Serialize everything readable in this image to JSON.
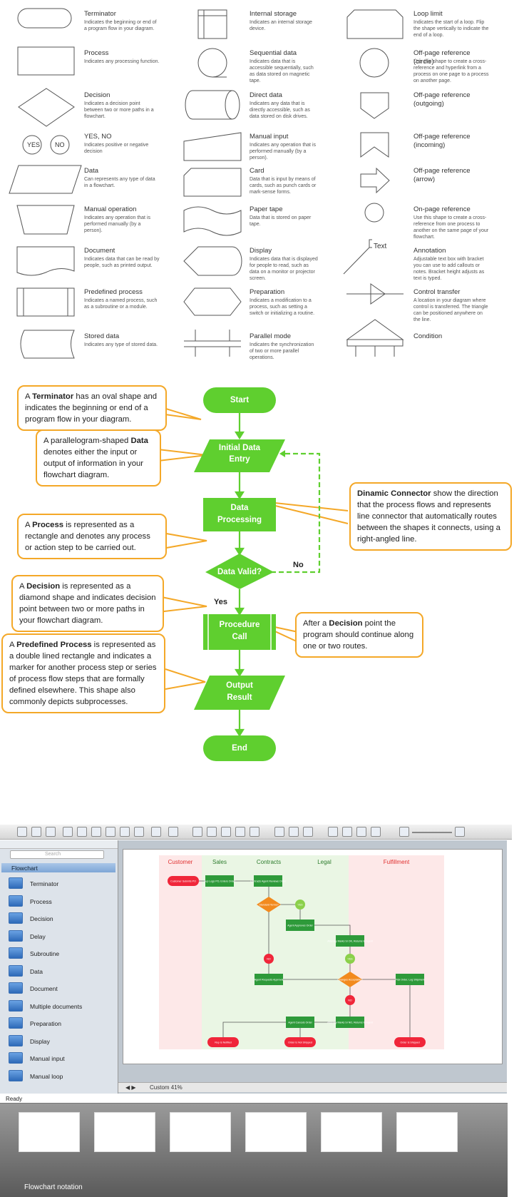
{
  "legend": {
    "col1": [
      {
        "title": "Terminator",
        "desc": "Indicates the beginning or end of a program flow in your diagram."
      },
      {
        "title": "Process",
        "desc": "Indicates any processing function."
      },
      {
        "title": "Decision",
        "desc": "Indicates a decision point between two or more paths in a flowchart."
      },
      {
        "title": "YES, NO",
        "desc": "Indicates positive or negative decision"
      },
      {
        "title": "Data",
        "desc": "Can represents any type of data in a flowchart."
      },
      {
        "title": "Manual operation",
        "desc": "Indicates any operation that is performed manually (by a person)."
      },
      {
        "title": "Document",
        "desc": "Indicates data that can be read by people, such as printed output."
      },
      {
        "title": "Predefined process",
        "desc": "Indicates a named process, such as a subroutine or a module."
      },
      {
        "title": "Stored data",
        "desc": "Indicates any type of stored data."
      }
    ],
    "col2": [
      {
        "title": "Internal storage",
        "desc": "Indicates an internal storage device."
      },
      {
        "title": "Sequential data",
        "desc": "Indicates data that is accessible sequentially, such as data stored on magnetic tape."
      },
      {
        "title": "Direct data",
        "desc": "Indicates any data that is directly accessible, such as data stored on disk drives."
      },
      {
        "title": "Manual input",
        "desc": "Indicates any operation that is performed manually (by a person)."
      },
      {
        "title": "Card",
        "desc": "Data that is input by means of cards, such as punch cards or mark-sense forms."
      },
      {
        "title": "Paper tape",
        "desc": "Data that is stored on paper tape."
      },
      {
        "title": "Display",
        "desc": "Indicates data that is displayed for people to read, such as data on a monitor or projector screen."
      },
      {
        "title": "Preparation",
        "desc": "Indicates a modification to a process, such as setting a switch or initializing a routine."
      },
      {
        "title": "Parallel mode",
        "desc": "Indicates the synchronization of two or more parallel operations."
      }
    ],
    "col3": [
      {
        "title": "Loop limit",
        "desc": "Indicates the start of a loop. Flip the shape vertically to indicate the end of a loop."
      },
      {
        "title": "Off-page reference (circle)",
        "desc": "Use this shape to create a cross-reference and hyperlink from a process on one page to a process on another page."
      },
      {
        "title": "Off-page reference (outgoing)",
        "desc": ""
      },
      {
        "title": "Off-page reference (incoming)",
        "desc": ""
      },
      {
        "title": "Off-page reference (arrow)",
        "desc": ""
      },
      {
        "title": "On-page reference",
        "desc": "Use this shape to create a cross-reference from one process to another on the same page of your flowchart."
      },
      {
        "title": "Annotation",
        "desc": "Adjustable text box with bracket you can use to add callouts or notes. Bracket height adjusts as text is typed."
      },
      {
        "title": "Control transfer",
        "desc": "A location in your diagram where control is transferred. The triangle can be positioned anywhere on the line."
      },
      {
        "title": "Condition",
        "desc": ""
      }
    ],
    "yes": "YES",
    "no": "NO",
    "annot": "Text"
  },
  "flow": {
    "start": "Start",
    "data1": "Initial Data",
    "data2": "Entry",
    "proc1": "Data",
    "proc2": "Processing",
    "dec": "Data Valid?",
    "pp1": "Procedure",
    "pp2": "Call",
    "out1": "Output",
    "out2": "Result",
    "end": "End",
    "yes": "Yes",
    "no": "No",
    "c1": {
      "a": "A ",
      "b": "Terminator",
      "c": " has an oval shape and indicates the beginning or end of a program flow in your diagram."
    },
    "c2": {
      "a": "A parallelogram-shaped ",
      "b": "Data",
      "c": " denotes either the input or output of information in your flowchart diagram."
    },
    "c3": {
      "a": "A ",
      "b": "Process",
      "c": " is represented as a rectangle and denotes any process or action step to be carried out."
    },
    "c4": {
      "a": "A ",
      "b": "Decision",
      "c": " is represented as a diamond shape and indicates decision point between two or more paths in your flowchart diagram."
    },
    "c5": {
      "a": "A ",
      "b": "Predefined Process",
      "c": " is represented as a double lined rectangle and indicates a marker for another process step or series of process flow steps that are formally defined elsewhere. This shape also commonly depicts subprocesses."
    },
    "c6": {
      "a": "",
      "b": "Dinamic Connector",
      "c": " show the direction that the process flows and represents line connector that automatically routes between the shapes it connects, using a right-angled line."
    },
    "c7": {
      "a": "After a ",
      "b": "Decision",
      "c": " point the program should continue along one or two routes."
    }
  },
  "app": {
    "search_placeholder": "Search",
    "library": "Flowchart",
    "items": [
      "Terminator",
      "Process",
      "Decision",
      "Delay",
      "Subroutine",
      "Data",
      "Document",
      "Multiple documents",
      "Preparation",
      "Display",
      "Manual input",
      "Manual loop"
    ],
    "zoom": "Custom 41%",
    "ready": "Ready",
    "thumb_label": "Flowchart notation",
    "lanes": [
      "Customer",
      "Sales",
      "Contracts",
      "Legal",
      "Fulfillment"
    ],
    "nodes": {
      "n1": "Customer Submits PO",
      "n2": "Sup Logs PO, Enters Order",
      "n3": "Contracts Agent Reviews Order",
      "n4": "Standard Terms?",
      "n5": "YES",
      "n6": "Agent Approves Order",
      "n7": "Attorney Marks SI OK, Returns to Agent",
      "n8": "NO",
      "n9": "YES",
      "n10": "Agent Requests Approval",
      "n11": "Changes Acceptable?",
      "n12": "Pick Order, Log Shipment",
      "n13": "NO",
      "n14": "Agent Cancels Order",
      "n15": "Attorney Marks SI NO, Returns to Agent",
      "n16": "Rep Is Notified",
      "n17": "Order Is Not Shipped",
      "n18": "Order Is Shipped"
    }
  },
  "colors": {
    "green": "#5fcf2f",
    "orange": "#f4a828",
    "lane_red": "#fde8e8",
    "lane_green": "#eaf6e4",
    "node_green": "#2e9a3a",
    "node_red": "#f0263a",
    "node_orange": "#f28a1e"
  }
}
